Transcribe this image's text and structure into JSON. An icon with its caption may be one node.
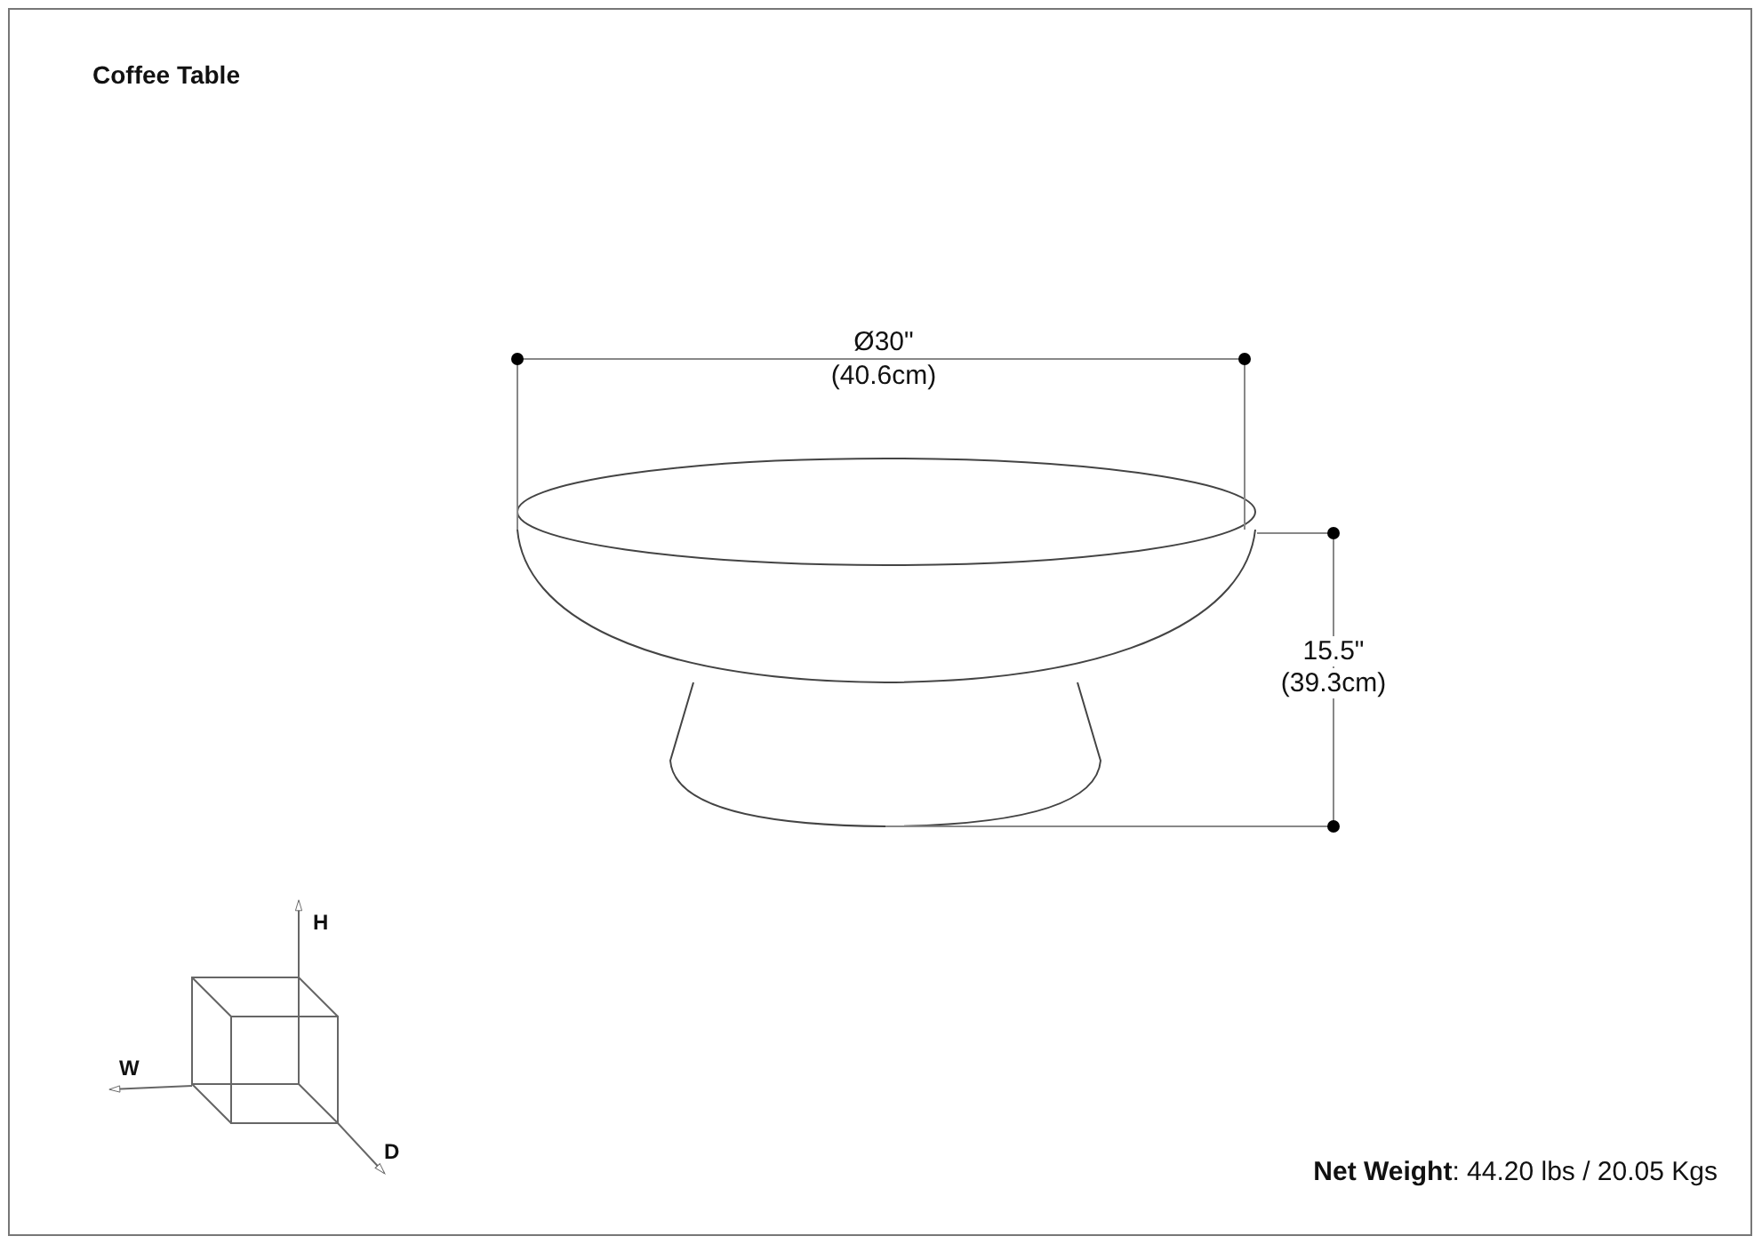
{
  "diagram": {
    "title": "Coffee Table",
    "labels": [
      "Ø30\"",
      "(40.6cm)",
      "15.5\"",
      "(39.3cm)",
      "H",
      "W",
      "D",
      "**Net Weight**: 44.20 lbs / 20.05 Kgs"
    ]
  }
}
